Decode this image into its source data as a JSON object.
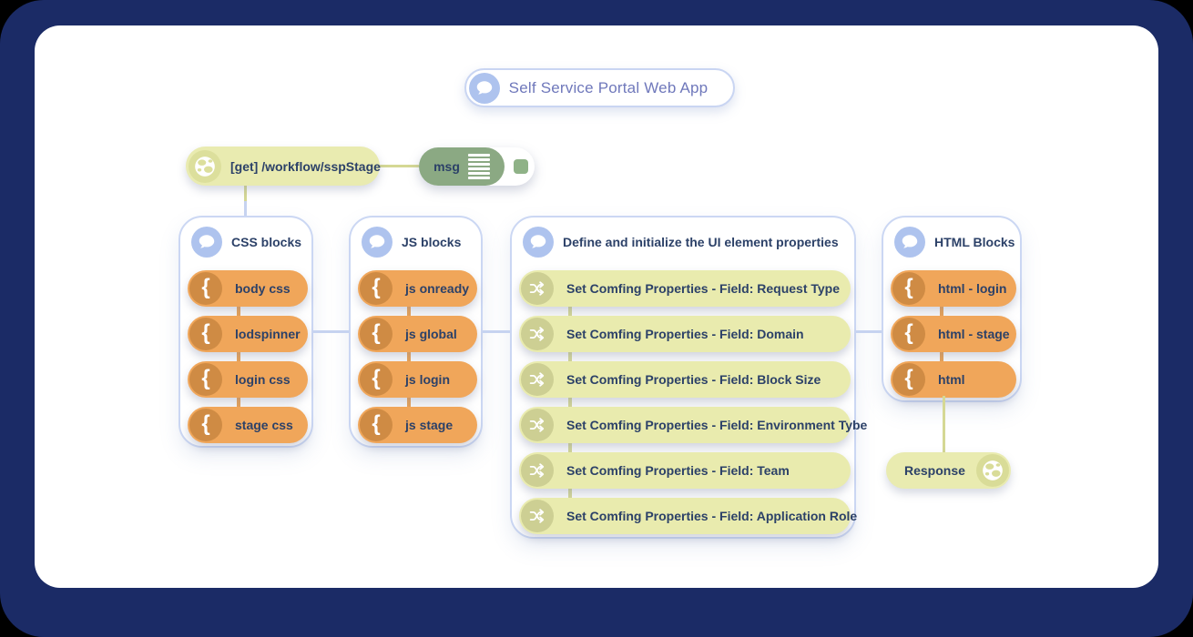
{
  "title": {
    "label": "Self Service Portal Web App"
  },
  "nodes": {
    "http_in": {
      "label": "[get] /workflow/sspStage"
    },
    "debug": {
      "label": "msg"
    },
    "response": {
      "label": "Response"
    }
  },
  "icons": {
    "curly": "{"
  },
  "groups": [
    {
      "label": "CSS blocks",
      "nodes": [
        {
          "label": "body css"
        },
        {
          "label": "lodspinner"
        },
        {
          "label": "login css"
        },
        {
          "label": "stage css"
        }
      ]
    },
    {
      "label": "JS blocks",
      "nodes": [
        {
          "label": "js onready"
        },
        {
          "label": "js global"
        },
        {
          "label": "js login"
        },
        {
          "label": "js stage"
        }
      ]
    },
    {
      "label": "Define and initialize the UI element properties",
      "nodes": [
        {
          "label": "Set Comfing Properties - Field: Request Type"
        },
        {
          "label": "Set Comfing Properties - Field: Domain"
        },
        {
          "label": "Set Comfing Properties - Field: Block Size"
        },
        {
          "label": "Set Comfing Properties - Field: Environment Tybe"
        },
        {
          "label": "Set Comfing Properties - Field: Team"
        },
        {
          "label": "Set Comfing Properties - Field: Application Role"
        }
      ]
    },
    {
      "label": "HTML Blocks",
      "nodes": [
        {
          "label": "html - login"
        },
        {
          "label": "html - stage"
        },
        {
          "label": "html"
        }
      ]
    }
  ],
  "colors": {
    "background_navy": "#1b2b66",
    "canvas_white": "#ffffff",
    "group_border": "#cbd7f3",
    "wire_blue": "#c6d3f0",
    "wire_olive": "#d5d894",
    "node_orange": "#f0a65a",
    "node_orange_dark": "#cf8b44",
    "node_olive": "#e9ebae",
    "node_olive_dark": "#cdcf93",
    "debug_green": "#8ba983",
    "text_navy": "#2c4168",
    "title_text": "#6f78bb",
    "comment_icon_blue": "#aec3ee"
  }
}
